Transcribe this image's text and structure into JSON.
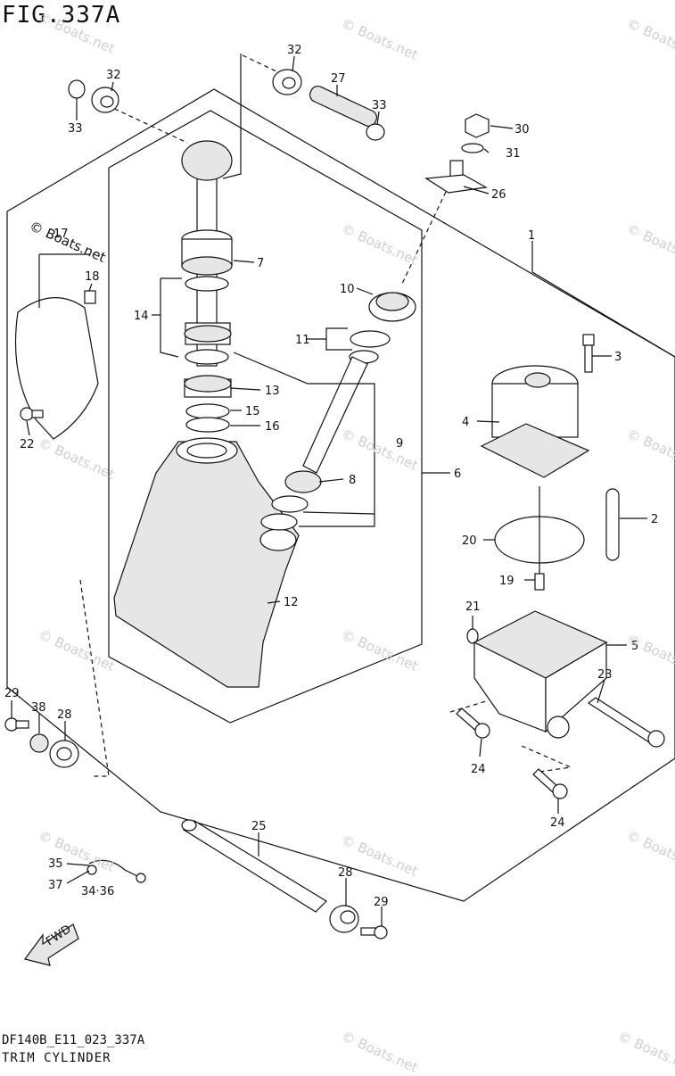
{
  "figure": {
    "title": "FIG.337A",
    "code": "DF140B_E11_023_337A",
    "caption": "TRIM CYLINDER"
  },
  "watermark": {
    "text": "© Boats.net",
    "color": "#cfcfcf"
  },
  "fwd_label": "FWD",
  "callouts": {
    "c1": "1",
    "c2": "2",
    "c3": "3",
    "c4": "4",
    "c5": "5",
    "c6": "6",
    "c7": "7",
    "c8": "8",
    "c9": "9",
    "c10": "10",
    "c11": "11",
    "c12": "12",
    "c13": "13",
    "c14": "14",
    "c15": "15",
    "c16": "16",
    "c17": "17",
    "c18": "18",
    "c19": "19",
    "c20": "20",
    "c21": "21",
    "c22": "22",
    "c23": "23",
    "c24a": "24",
    "c24b": "24",
    "c25": "25",
    "c26": "26",
    "c27": "27",
    "c28a": "28",
    "c28b": "28",
    "c29a": "29",
    "c29b": "29",
    "c30": "30",
    "c31": "31",
    "c32a": "32",
    "c32b": "32",
    "c33a": "33",
    "c33b": "33",
    "c34_36": "34·36",
    "c35": "35",
    "c37": "37",
    "c38": "38"
  }
}
